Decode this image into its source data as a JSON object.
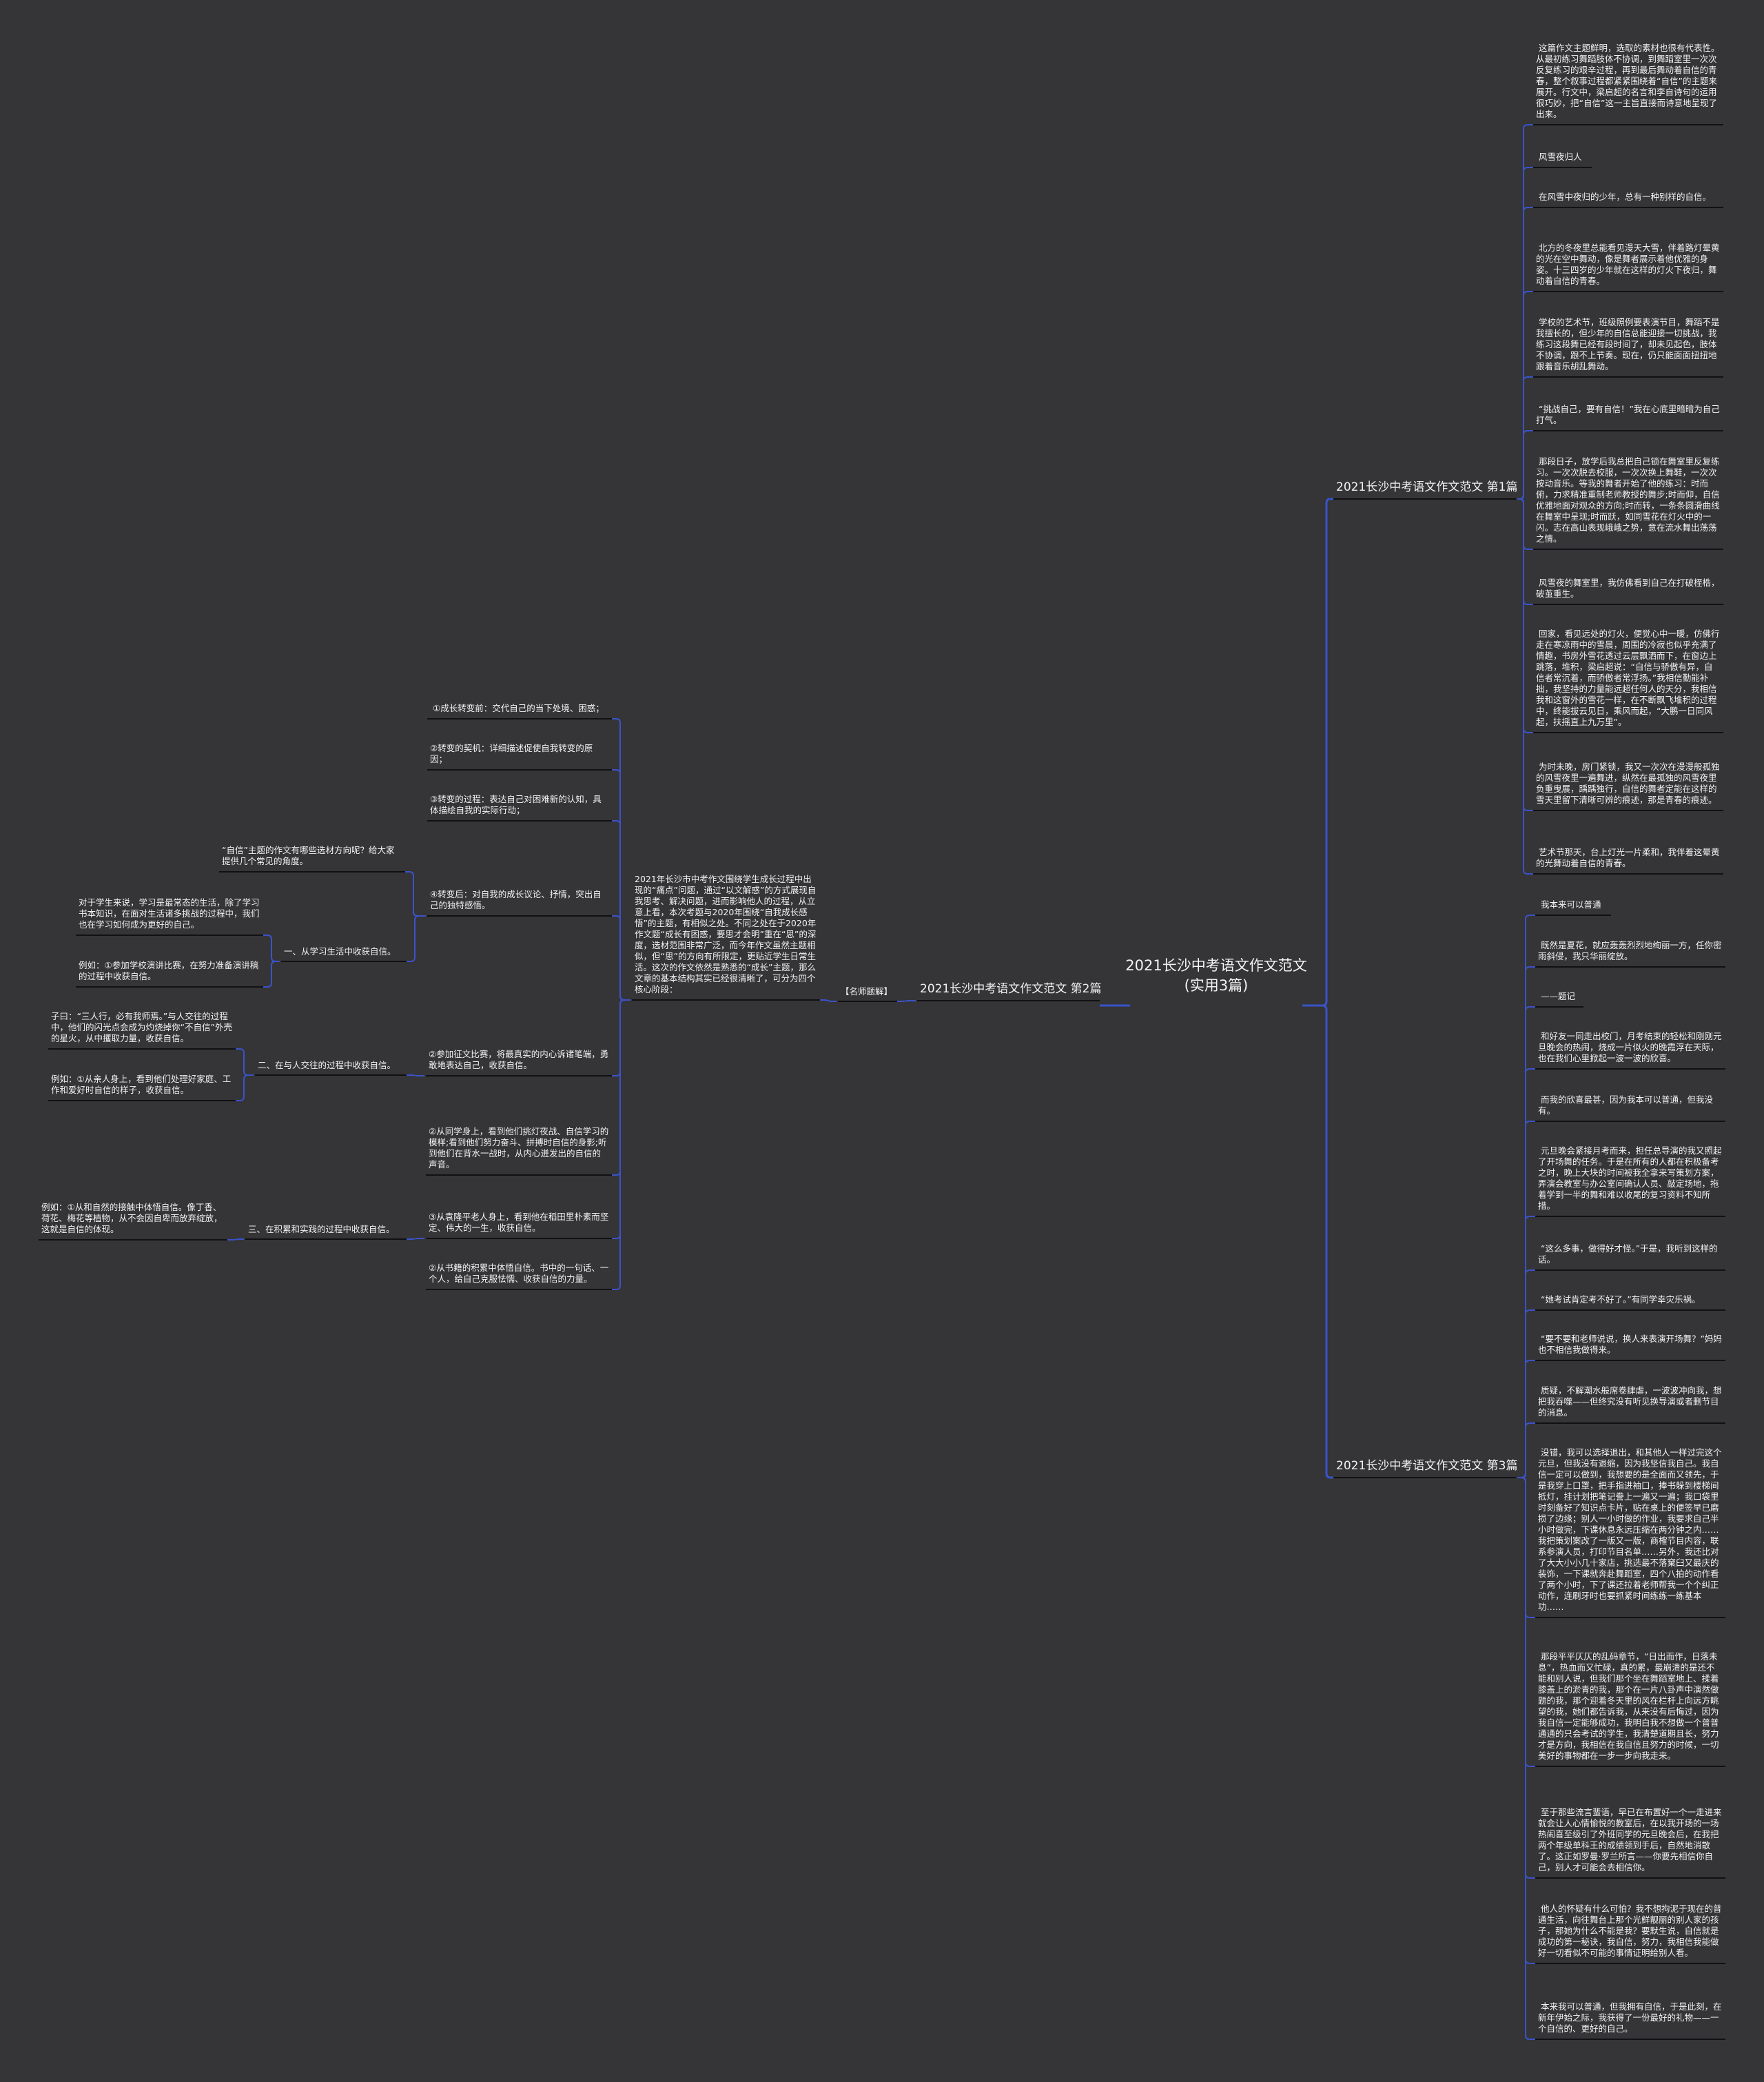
{
  "accent_color": "#3a53c9",
  "background_color": "#353437",
  "root": {
    "title": "2021长沙中考语文作文范文(实用3篇)"
  },
  "branches": {
    "b1": {
      "label": "2021长沙中考语文作文范文 第1篇",
      "items": [
        " 这篇作文主题鲜明，选取的素材也很有代表性。从最初练习舞蹈肢体不协调，到舞蹈室里一次次反复练习的艰辛过程，再到最后舞动着自信的青春，整个叙事过程都紧紧围绕着“自信”的主题来展开。行文中，梁启超的名言和李自诗句的运用很巧妙，把“自信”这一主旨直接而诗意地呈现了出来。",
        " 风雪夜归人",
        " 在风雪中夜归的少年，总有一种别样的自信。",
        " 北方的冬夜里总能看见漫天大雪，伴着路灯晕黄的光在空中舞动，像是舞者展示着他优雅的身姿。十三四岁的少年就在这样的灯火下夜归，舞动着自信的青春。",
        " 学校的艺术节，班级照例要表演节目，舞蹈不是我擅长的，但少年的自信总能迎接一切挑战，我练习这段舞已经有段时间了，却未见起色，肢体不协调，跟不上节奏。现在，仍只能面面扭扭地跟着音乐胡乱舞动。",
        " “挑战自己，要有自信！”我在心底里暗暗为自己打气。",
        " 那段日子，放学后我总把自己锁在舞室里反复练习。一次次脱去校服，一次次换上舞鞋，一次次按动音乐。等我的舞者开始了他的练习：时而俯，力求精准重制老师教授的舞步;时而仰，自信优雅地面对观众的方向;时而转，一条条圆滑曲线在舞室中呈现;时而跃，如同雪花在灯火中的一闪。志在高山表现峨峨之势，意在流水舞出荡荡之情。",
        " 风雪夜的舞室里，我仿佛看到自己在打破桎梏，破茧重生。",
        " 回家，看见远处的灯火，便觉心中一暖，仿佛行走在寒凉雨中的雪晨，周围的冷寂也似乎充满了情趣，书房外雪花透过云层飘洒而下，在窗边上跳落，堆积，梁启超说：“自信与骄傲有异，自信者常沉着，而骄傲者常浮扬。”我相信勤能补拙，我坚持的力量能远超任何人的天分，我相信我和这窗外的雪花一样，在不断飘飞堆积的过程中，终能拔云见日，乘风而起，“大鹏一日同风起，扶摇直上九万里”。",
        " 为时未晚，房门紧锁，我又一次次在漫漫般孤独的风雪夜里一遍舞进，纵然在最孤独的风雪夜里负重曳展，踽踽独行，自信的舞者定能在这样的雪天里留下清晰可辨的痕迹，那是青春的痕迹。",
        " 艺术节那天，台上灯光一片柔和，我伴着这晕黄的光舞动着自信的青春。"
      ]
    },
    "b2": {
      "label": "2021长沙中考语文作文范文 第2篇",
      "tag": "【名师题解】",
      "intro": "2021年长沙市中考作文围绕学生成长过程中出现的“痛点”问题，通过“以文解惑”的方式展现自我思考、解决问题，进而影响他人的过程，从立意上看，本次考题与2020年围绕“自我成长感悟”的主题，有相似之处。不同之处在于2020年作文题“成长有困惑，要思才会明”重在“思”的深度，选材范围非常广泛，而今年作文虽然主题相似，但“思”的方向有所限定，更贴近学生日常生活。这次的作文依然是熟悉的“成长”主题，那么文章的基本结构其实已经很清晰了，可分为四个核心阶段：",
      "stages": [
        " ①成长转变前：交代自己的当下处境、困惑；",
        "②转变的契机：详细描述促使自我转变的原因；",
        "③转变的过程：表达自己对困难新的认知，具体描绘自我的实际行动；",
        "④转变后：对自我的成长议论、抒情，突出自己的独特感悟。"
      ],
      "question": "“自信”主题的作文有哪些选材方向呢？给大家提供几个常见的角度。",
      "directions": [
        {
          "label": "一、从学习生活中收获自信。",
          "items": [
            "对于学生来说，学习是最常态的生活，除了学习书本知识，在面对生活诸多挑战的过程中，我们也在学习如何成为更好的自己。",
            "例如：①参加学校演讲比赛，在努力准备演讲稿的过程中收获自信。"
          ]
        },
        {
          "label": "二、在与人交往的过程中收获自信。",
          "items": [
            "子曰：“三人行，必有我师焉。”与人交往的过程中，他们的闪光点会成为灼烧掉你“不自信”外壳的星火，从中攫取力量，收获自信。",
            "例如：①从亲人身上，看到他们处理好家庭、工作和爱好时自信的样子，收获自信。"
          ]
        },
        {
          "label": "三、在积累和实践的过程中收获自信。",
          "items": [
            "例如：①从和自然的接触中体悟自信。像丁香、荷花、梅花等植物，从不会因自卑而放弃绽放，这就是自信的体现。"
          ]
        }
      ],
      "examples": [
        "②参加征文比赛，将最真实的内心诉诸笔端，勇敢地表达自己，收获自信。",
        "②从同学身上，看到他们挑灯夜战、自信学习的模样;看到他们努力奋斗、拼搏时自信的身影;听到他们在背水一战时，从内心迸发出的自信的声音。",
        "③从袁隆平老人身上，看到他在稻田里朴素而坚定、伟大的一生，收获自信。",
        "②从书籍的积累中体悟自信。书中的一句话、一个人，给自己克服怯懦、收获自信的力量。"
      ]
    },
    "b3": {
      "label": "2021长沙中考语文作文范文 第3篇",
      "items": [
        " 我本来可以普通",
        " 既然是夏花，就应轰轰烈烈地绚丽一方，任你密雨斜侵，我只华丽绽放。",
        " ——题记",
        " 和好友一同走出校门，月考结束的轻松和刚刚元旦晚会的热闹，烧成一片似火的晚霞浮在天际，也在我们心里掀起一波一波的欣喜。",
        " 而我的欣喜最甚，因为我本可以普通，但我没有。",
        " 元旦晚会紧接月考而来，担任总导演的我又照起了开场舞的任务。于是在所有的人都在积极备考之时，晚上大块的时间被我全拿来写策划方案，弄演会教室与办公室间确认人员、敲定场地，拖着学到一半的舞和难以收尾的复习资料不知所措。",
        " “这么多事，做得好才怪。”于是，我听到这样的话。",
        " “她考试肯定考不好了。”有同学幸灾乐祸。",
        " “要不要和老师说说，换人来表演开场舞？”妈妈也不相信我做得来。",
        " 质疑，不解潮水般席卷肆虐，一波波冲向我，想把我吞噬——但终究没有听见换导演或者删节目的消息。",
        " 没错，我可以选择退出，和其他人一样过完这个元旦，但我没有退缩，因为我坚信我自己。我自信一定可以做到，我想要的是全面而又领先，于是我穿上口罩，把手指进袖口，捧书躲到楼梯间抵灯，挂计划把笔记誊上一遍又一遍；我口袋里时刻备好了知识点卡片，贴在桌上的便签早已磨损了边缘；别人一小时做的作业，我要求自己半小时做完，下课休息永远压缩在两分钟之内……我把策划案改了一版又一版，商榷节目内容，联系参演人员，打印节目名单……另外，我还比对了大大小小几十家店，挑选最不落窠臼又最庆的装饰，一下课就奔赴舞蹈室，四个八拍的动作看了两个小时，下了课还拉着老师帮我一个个纠正动作，连刷牙时也要抓紧时间练练一练基本功……",
        " 那段平平仄仄的乱码章节，“日出而作，日落未息”，热血而又忙碌，真的累，最崩溃的是还不能和别人说，但我们那个坐在舞蹈室地上、揉着膝盖上的淤青的我，那个在一片八卦声中演然做题的我，那个迎着冬天里的风在栏杆上向远方眺望的我，她们都告诉我，从来没有后悔过，因为我自信一定能够成功，我明白我不想做一个普普通通的只会考试的学生，我清楚道期且长，努力才是方向，我相信在我自信且努力的时候，一切美好的事物都在一步一步向我走来。",
        " 至于那些流言蜚语，早已在布置好一个一走进来就会让人心情愉悦的教室后，在以我开场的一场热闹喜至级引了外班同学的元旦晚会后，在我把两个年级单科王的成绩领到手后，自然地消散了。这正如罗曼·罗兰所言——你要先相信你自己，别人才可能会去相信你。",
        " 他人的怀疑有什么可怕？我不想拘泥于现在的普通生活，向往舞台上那个光鲜靓丽的别人家的孩子，那她为什么不能是我？要默生说，自信就是成功的第一秘诀，我自信，努力，我相信我能做好一切看似不可能的事情证明给别人看。",
        " 本来我可以普通，但我拥有自信，于是此刻，在新年伊始之际，我获得了一份最好的礼物——一个自信的、更好的自己。"
      ]
    }
  }
}
